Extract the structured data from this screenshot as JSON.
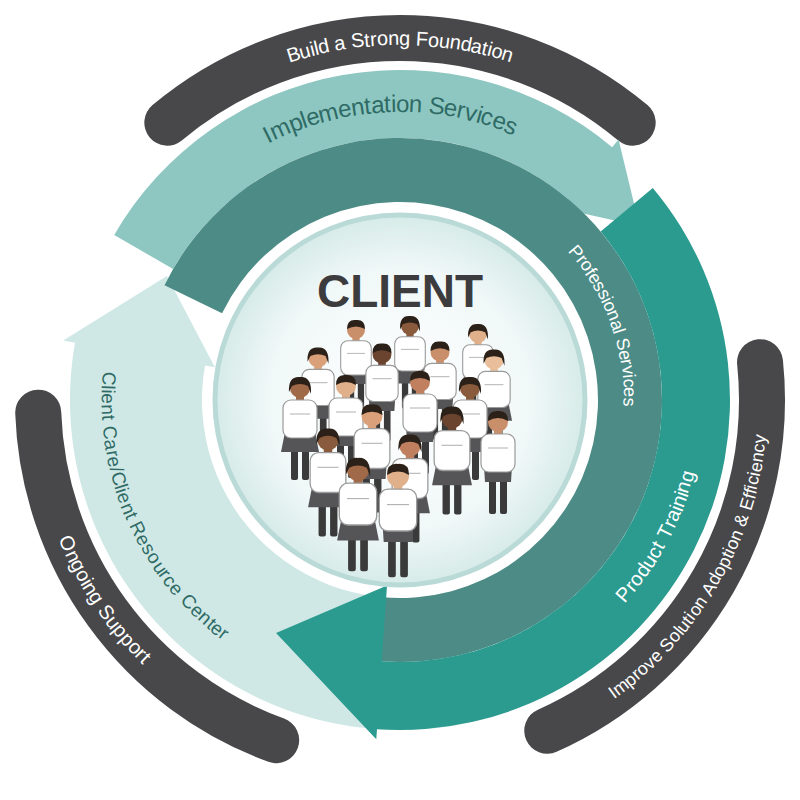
{
  "diagram": {
    "nodes": [
      {
        "text": [
          "Build a Strong Foundation"
        ]
      },
      {
        "text": [
          "Implementation Services"
        ]
      },
      {
        "text": [
          "Professional Services"
        ]
      },
      {
        "text": [
          "Product Training"
        ]
      },
      {
        "text": [
          "Improve Solution Adoption & Efficiency"
        ]
      },
      {
        "text": [
          "Client Care/Client Resource Center"
        ]
      },
      {
        "text": [
          "Ongoing Support"
        ]
      },
      {
        "text": [
          "CLIENT"
        ]
      }
    ]
  }
}
